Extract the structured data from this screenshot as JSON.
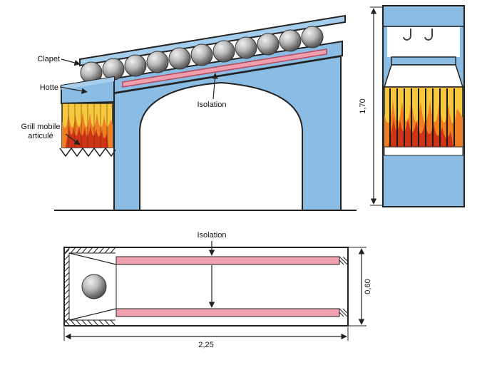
{
  "figure": {
    "type": "technical-drawing",
    "subject": "barbecue / fireplace construction drawing with front view, side view and plan view"
  },
  "front_view": {
    "label_clapet": "Clapet",
    "label_hotte": "Hotte",
    "label_grill_line1": "Grill mobile",
    "label_grill_line2": "articulé",
    "label_isolation": "Isolation"
  },
  "side_view": {
    "dim_height": "1,70"
  },
  "plan_view": {
    "label_isolation": "Isolation",
    "dim_depth": "0,60",
    "dim_length": "2,25"
  },
  "colors": {
    "structure_blue": "#8bbde4",
    "roof_blue": "#a5cdec",
    "insulation_pink": "#ef9fae",
    "insulation_edge": "#b5485d",
    "flame_yellow": "#f6c83d",
    "flame_orange": "#ee7f22",
    "flame_red": "#cf3417",
    "outline": "#222222",
    "ball_gray": "#9a9a9a"
  }
}
